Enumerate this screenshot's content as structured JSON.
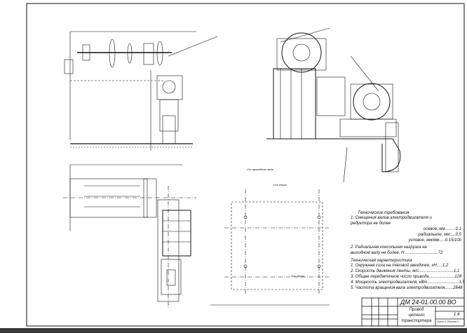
{
  "tech_requirements": {
    "heading": "Технические требования",
    "item1": "1. Смещения валов электродвигателя и",
    "item1b": "редуктора не более",
    "axial": "осевое, мм.........0,1",
    "radial": "радиальное, мм.....0,5",
    "angular": "угловое, мм/мм.....0.15/100",
    "item2": "2.  Радиальная консольная нагрузка на",
    "item2b": "выходном валу не более, Н.............................72"
  },
  "characteristics": {
    "heading": "Техническая характеристика",
    "items": [
      "1. Окружная сила на тяговой звездочке, кН.....1,2",
      "2. Скорость движения ленты, м/с..............................1,1",
      "3. Общее передаточное число привода......................128",
      "4. Мощность электродвигателя, кВт...........................1,5",
      "5. Частота вращения вала электродвигателя.......2848"
    ]
  },
  "title_block": {
    "code": "ДМ 24-01.00.00 ВО",
    "name_line1": "Привод",
    "name_line2": "цепного",
    "name_line3": "транспортера",
    "scale": "1:4",
    "sheet": "Лист 1  Листов 1"
  },
  "labels": {
    "drive_shaft_axis": "Ось приводного вала",
    "support_axis": "Ось опоры",
    "support_axis2": "Ось опоры"
  }
}
